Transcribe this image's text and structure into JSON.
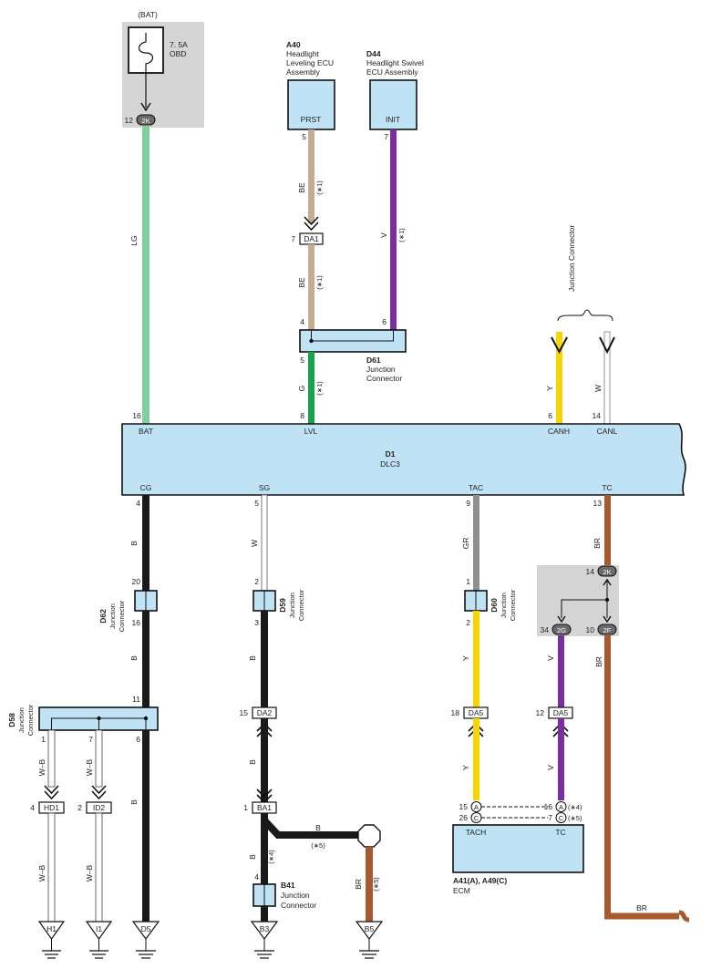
{
  "colors": {
    "LG": "#7fd0a0",
    "BE": "#c4ac93",
    "V": "#7a2ea0",
    "G": "#16a34a",
    "Y": "#f7d600",
    "W": "#ffffff",
    "B": "#1a1a1a",
    "GR": "#8e8e8e",
    "BR": "#a65a2e",
    "WB": "#ffffff",
    "box": "#bfe3f5",
    "gray": "#d4d4d4"
  },
  "fuse": {
    "source": "(BAT)",
    "rating": "7. 5A",
    "name": "OBD",
    "pin": "12",
    "connector": "2K"
  },
  "a40": {
    "code": "A40",
    "line1": "Headlight",
    "line2": "Leveling ECU",
    "line3": "Assembly",
    "term": "PRST",
    "pin": "5"
  },
  "d44": {
    "code": "D44",
    "line1": "Headlight Swivel",
    "line2": "ECU Assembly",
    "term": "INIT",
    "pin": "7"
  },
  "da1": {
    "label": "DA1",
    "pin": "7"
  },
  "d61": {
    "code": "D61",
    "line1": "Junction",
    "line2": "Connector",
    "pin_be": "4",
    "pin_v": "6",
    "pin_g": "5"
  },
  "jc_top": {
    "label": "Junction Connector"
  },
  "dlc": {
    "code": "D1",
    "name": "DLC3",
    "top_pins": [
      {
        "name": "BAT",
        "num": "16"
      },
      {
        "name": "LVL",
        "num": "8"
      },
      {
        "name": "CANH",
        "num": "6"
      },
      {
        "name": "CANL",
        "num": "14"
      }
    ],
    "bottom_pins": [
      {
        "name": "CG",
        "num": "4"
      },
      {
        "name": "SG",
        "num": "5"
      },
      {
        "name": "TAC",
        "num": "9"
      },
      {
        "name": "TC",
        "num": "13"
      }
    ]
  },
  "wire_labels": {
    "lg": "LG",
    "be1": "BE",
    "be2": "BE",
    "v1": "V",
    "g": "G",
    "y1": "Y",
    "w1": "W",
    "b1": "B",
    "w2": "W",
    "gr": "GR",
    "br1": "BR",
    "b2": "B",
    "y2": "Y",
    "v2": "V",
    "br2": "BR",
    "wb1": "W–B",
    "wb2": "W–B",
    "b3": "B",
    "y3": "Y",
    "v3": "V",
    "b4": "B",
    "b5": "B",
    "b6": "B",
    "br3": "BR",
    "wb3": "W–B",
    "wb4": "W–B",
    "br4": "BR"
  },
  "notes": {
    "n1": "(∗1)",
    "n4": "(∗4)",
    "n5": "(∗5)"
  },
  "d62": {
    "code": "D62",
    "line1": "Junction",
    "line2": "Connector",
    "pin_top": "20",
    "pin_bot": "16"
  },
  "d59": {
    "code": "D59",
    "line1": "Junction",
    "line2": "Connector",
    "pin_top": "2",
    "pin_bot": "3"
  },
  "d60": {
    "code": "D60",
    "line1": "Junction",
    "line2": "Connector",
    "pin_top": "1",
    "pin_bot": "2"
  },
  "d58": {
    "code": "D58",
    "line1": "Junction",
    "line2": "Connector",
    "pin_in": "11",
    "pin_out": "6",
    "pin_1": "1",
    "pin_7": "7"
  },
  "relay": {
    "pin_2k": "14",
    "c_2k": "2K",
    "pin_2g": "34",
    "c_2g": "2G",
    "pin_2f": "10",
    "c_2f": "2F"
  },
  "da2": {
    "label": "DA2",
    "pin": "15"
  },
  "ba1": {
    "label": "BA1",
    "pin": "1"
  },
  "da5a": {
    "label": "DA5",
    "pin": "18"
  },
  "da5b": {
    "label": "DA5",
    "pin": "12"
  },
  "hd1": {
    "label": "HD1",
    "pin": "4"
  },
  "id2": {
    "label": "ID2",
    "pin": "2"
  },
  "b41": {
    "code": "B41",
    "line1": "Junction",
    "line2": "Connector",
    "pin": "4"
  },
  "ecm": {
    "code": "A41(A), A49(C)",
    "name": "ECM",
    "term_tach": "TACH",
    "term_tc": "TC",
    "p_15": "15",
    "p_26": "26",
    "p_16": "16",
    "p_7": "7",
    "cA": "A",
    "cC": "C"
  },
  "grounds": {
    "h1": "H1",
    "i1": "I1",
    "d5": "D5",
    "b3": "B3",
    "b5": "B5"
  }
}
